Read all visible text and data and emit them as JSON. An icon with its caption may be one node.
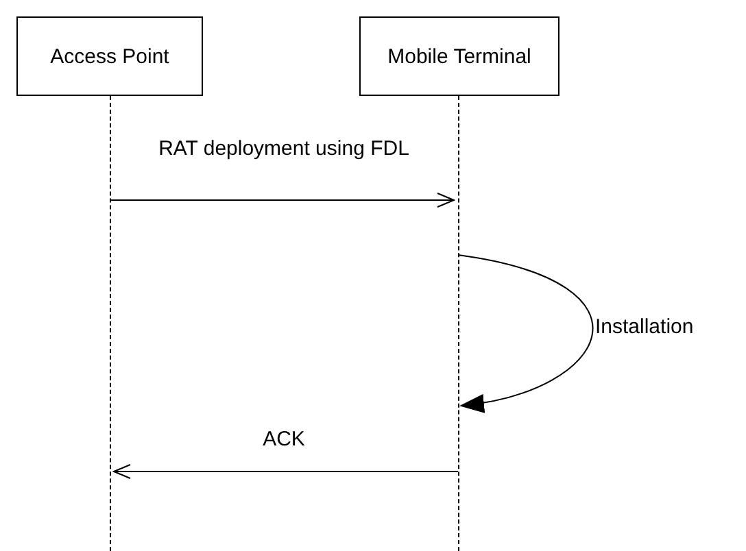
{
  "diagram": {
    "nodes": [
      {
        "text": [
          "Access Point"
        ]
      },
      {
        "text": [
          "Mobile Terminal"
        ]
      },
      {
        "text": [],
        "shape": "line"
      },
      {
        "text": [],
        "shape": "line"
      }
    ],
    "edges": [
      {
        "from": 2,
        "to": 3,
        "arrow": "to",
        "label": "RAT deployment using FDL"
      },
      {
        "from": 3,
        "to": 3,
        "arrow": "to",
        "label": "Installation"
      },
      {
        "from": 3,
        "to": 2,
        "arrow": "to",
        "label": "ACK"
      }
    ]
  }
}
